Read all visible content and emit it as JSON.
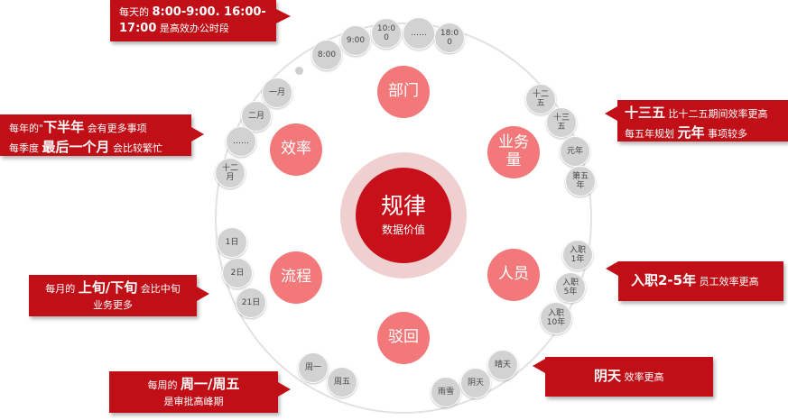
{
  "center": {
    "title": "规律",
    "subtitle": "数据价值"
  },
  "categories": {
    "dept": "部门",
    "business": "业务\n量",
    "efficiency": "效率",
    "personnel": "人员",
    "process": "流程",
    "reject": "驳回"
  },
  "pills": {
    "t800": "8:00",
    "t900": "9:00",
    "t1000": "10:0\n0",
    "tdots": "……",
    "t1800": "18:0\n0",
    "m1": "一月",
    "m2": "二月",
    "mdots": "……",
    "m12": "十二\n月",
    "d1": "1日",
    "d2": "2日",
    "d21": "21日",
    "mon": "周一",
    "fri": "周五",
    "sleet": "雨雪",
    "cloudy": "阴天",
    "sunny": "晴天",
    "p12": "十二\n五",
    "p13": "十三\n五",
    "yuan": "元年",
    "p5": "第五\n年",
    "y1": "入职\n1年",
    "y5": "入职\n5年",
    "y10": "入职\n10年"
  },
  "notes": {
    "hours": {
      "p1": "每天的 ",
      "b1": "8:00-9:00. 16:00-",
      "b2": "17:00",
      "p2": " 是高效办公时段"
    },
    "months": {
      "p1": "每年的\"",
      "b1": "下半年",
      "p2": " 会有更多事项",
      "p3": "每季度 ",
      "b2": "最后一个月",
      "p4": " 会比较繁忙"
    },
    "plan": {
      "b1": "十三五",
      "p1": " 比十二五期间效率更高",
      "p2": "每五年规划 ",
      "b2": "元年",
      "p3": " 事项较多"
    },
    "tenure": {
      "b1": "入职2-5年",
      "p1": " 员工效率更高"
    },
    "days": {
      "p1": "每月的 ",
      "b1": "上旬/下旬",
      "p2": " 会比中旬",
      "p3": "业务更多"
    },
    "weekdays": {
      "p1": "每周的 ",
      "b1": "周一/周五",
      "p2": "是审批高峰期"
    },
    "weather": {
      "b1": "阴天",
      "p1": " 效率更高"
    }
  },
  "colors": {
    "accent": "#c00f17",
    "category": "#f2787a",
    "halo": "#f0cfd0",
    "pill": "#d2d2d2"
  }
}
